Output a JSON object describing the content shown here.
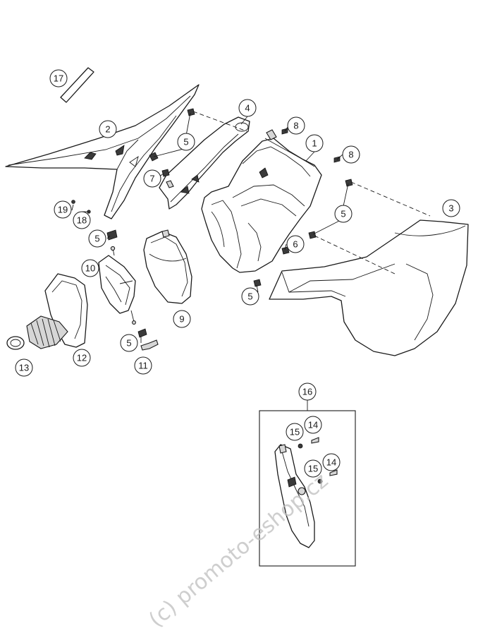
{
  "callouts": {
    "c1": "1",
    "c2": "2",
    "c3": "3",
    "c4": "4",
    "c5a": "5",
    "c5b": "5",
    "c5c": "5",
    "c5d": "5",
    "c5e": "5",
    "c6": "6",
    "c7": "7",
    "c8a": "8",
    "c8b": "8",
    "c9": "9",
    "c10": "10",
    "c11": "11",
    "c12": "12",
    "c13": "13",
    "c14a": "14",
    "c14b": "14",
    "c15a": "15",
    "c15b": "15",
    "c16": "16",
    "c17": "17",
    "c18": "18",
    "c19": "19"
  },
  "watermark": "(c) promoto-eshop.cz",
  "colors": {
    "line": "#1a1a1a",
    "watermark": "#bdbdbd",
    "background": "#ffffff"
  }
}
